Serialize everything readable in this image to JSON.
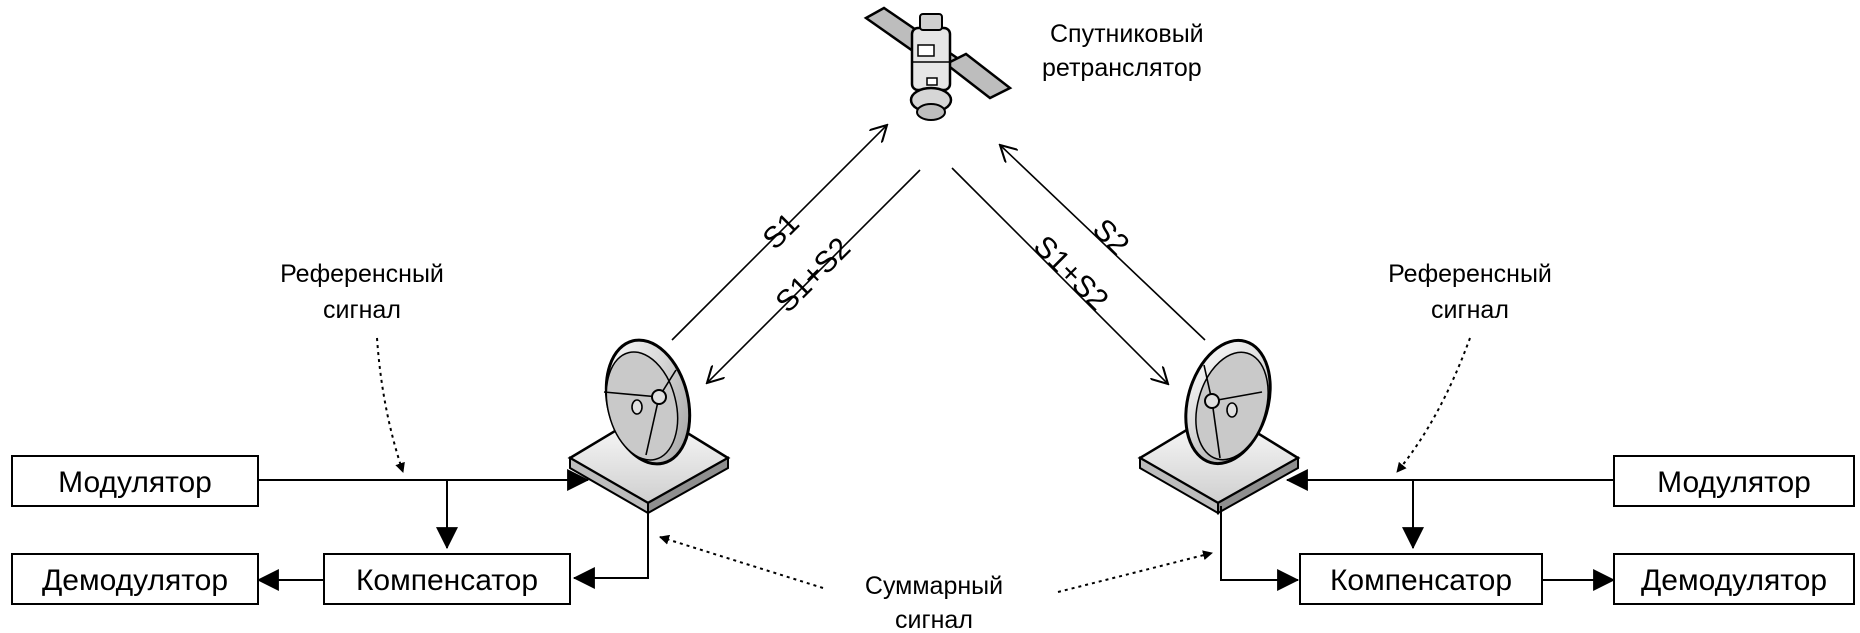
{
  "satellite": {
    "label_line1": "Спутниковый",
    "label_line2": "ретранслятор"
  },
  "left": {
    "modulator": "Модулятор",
    "compensator": "Компенсатор",
    "demodulator": "Демодулятор",
    "reference_line1": "Референсный",
    "reference_line2": "сигнал",
    "uplink": "S1",
    "downlink": "S1+S2"
  },
  "right": {
    "modulator": "Модулятор",
    "compensator": "Компенсатор",
    "demodulator": "Демодулятор",
    "reference_line1": "Референсный",
    "reference_line2": "сигнал",
    "uplink": "S2",
    "downlink": "S1+S2"
  },
  "sum_signal": {
    "line1": "Суммарный",
    "line2": "сигнал"
  }
}
